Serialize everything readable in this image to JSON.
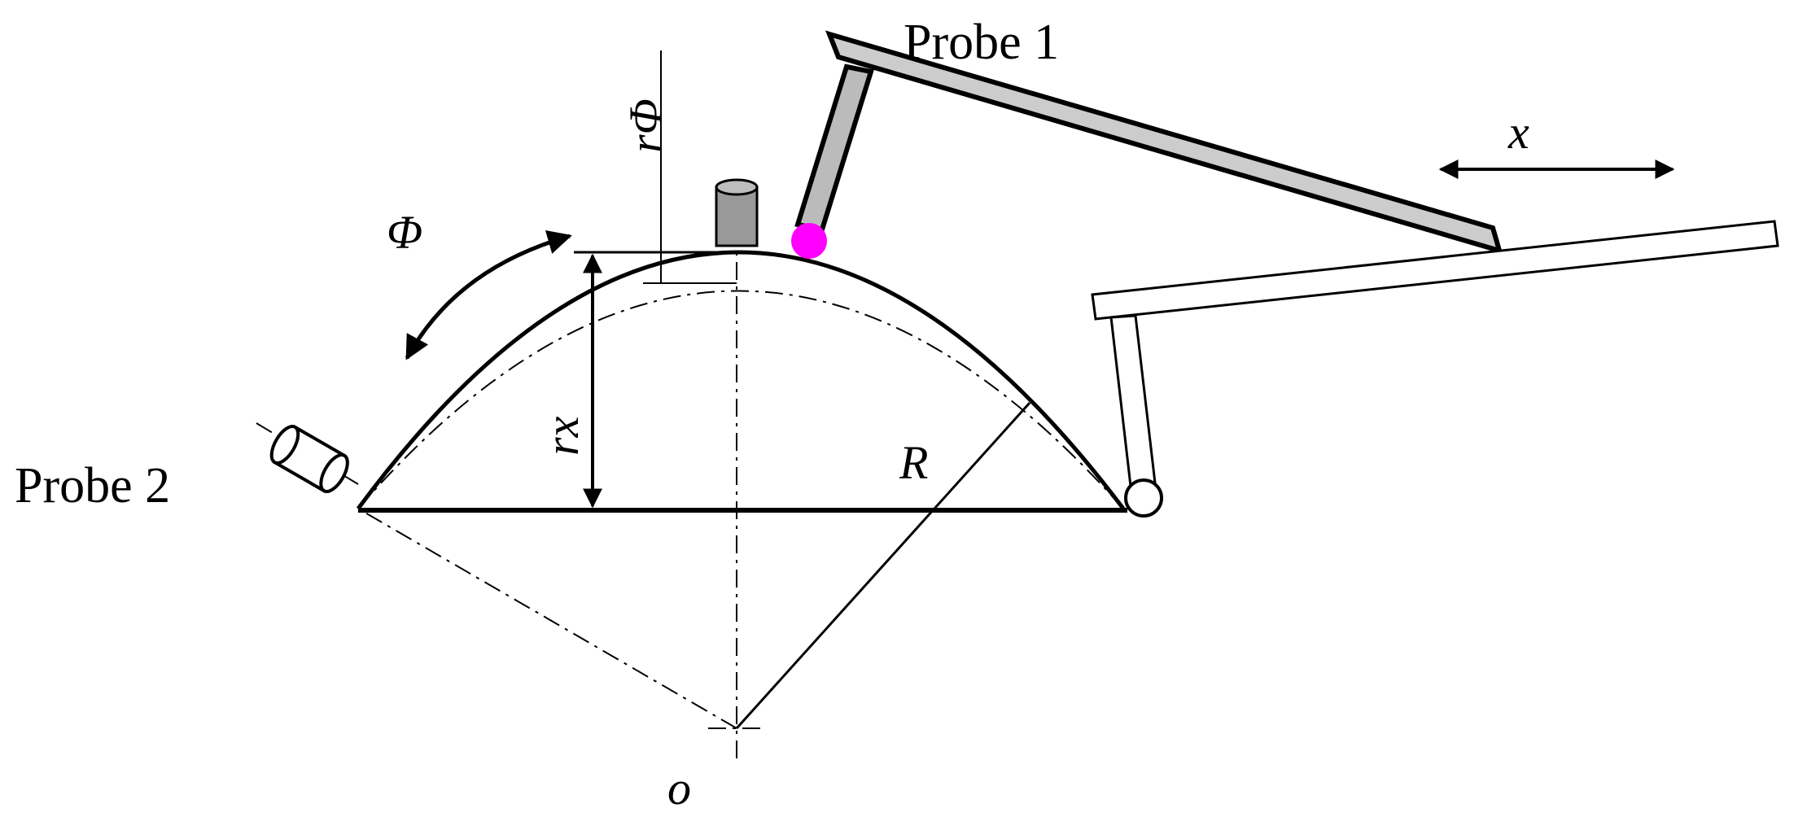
{
  "labels": {
    "probe1": "Probe 1",
    "probe2": "Probe 2",
    "phi": "Φ",
    "x": "x",
    "r_phi": "rΦ",
    "r_x": "rx",
    "R": "R",
    "o": "o"
  },
  "colors": {
    "line": "#000000",
    "bar_fill": "#cccccc",
    "sensor_fill": "#999999",
    "stylus_tip": "#ff00ff"
  }
}
